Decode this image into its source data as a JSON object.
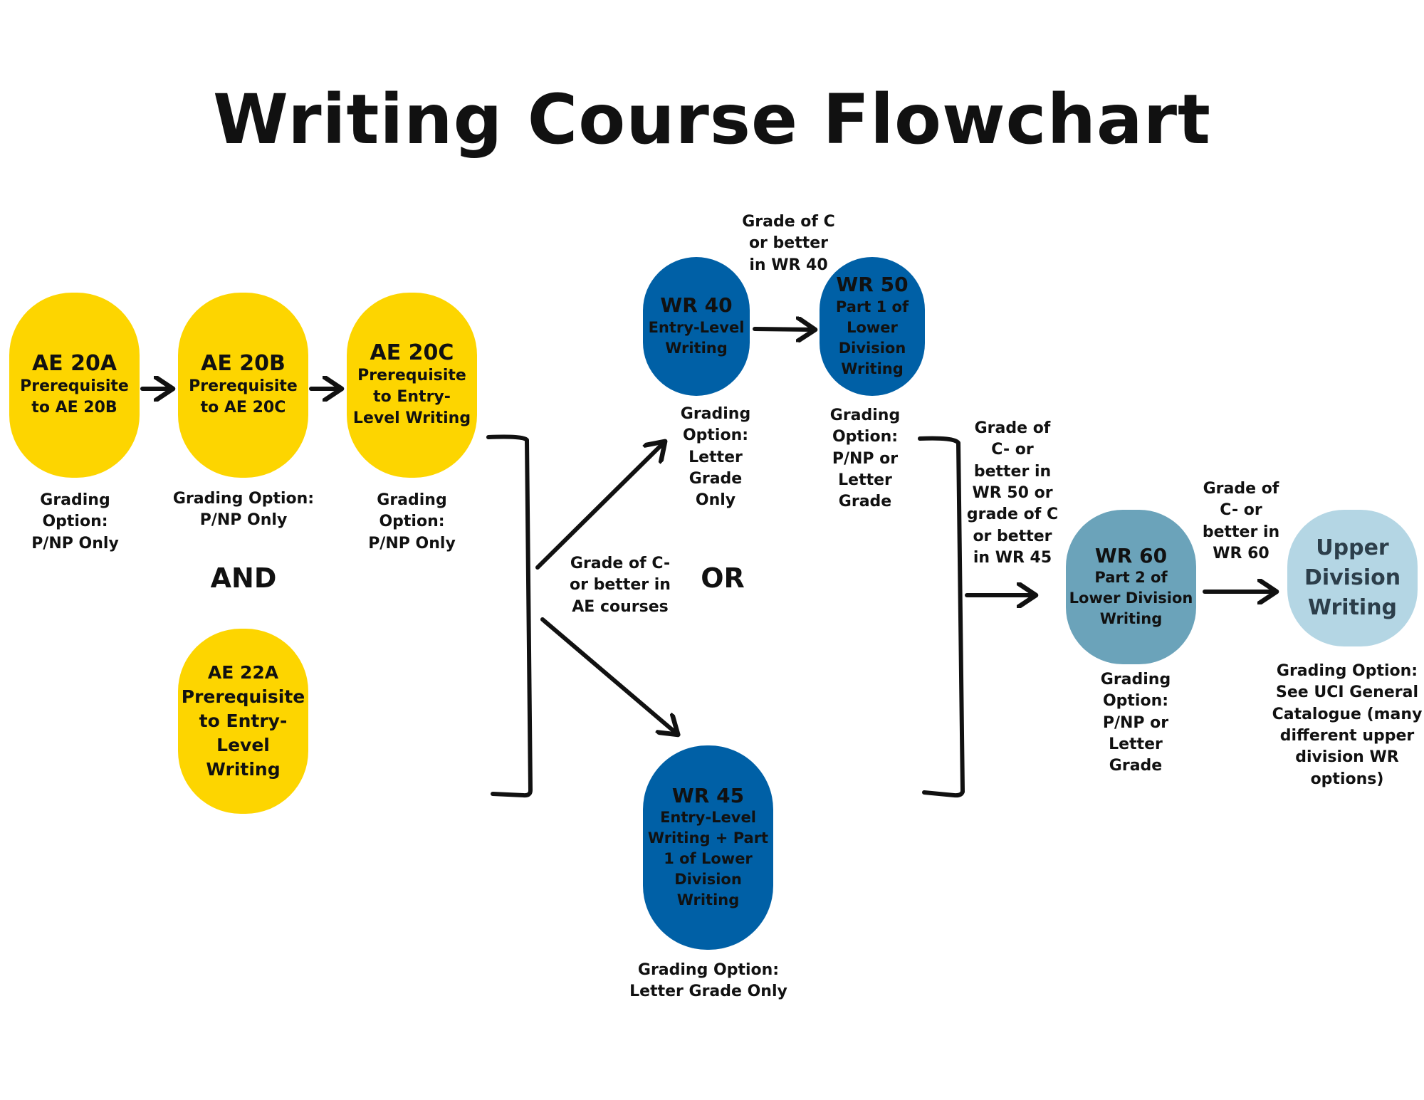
{
  "title": "Writing Course Flowchart",
  "nodes": {
    "ae20a": {
      "code": "AE 20A",
      "desc": "Prerequisite to AE 20B",
      "grading": "Grading\nOption:\nP/NP Only"
    },
    "ae20b": {
      "code": "AE 20B",
      "desc": "Prerequisite to AE 20C",
      "grading": "Grading Option:\nP/NP Only"
    },
    "ae20c": {
      "code": "AE 20C",
      "desc": "Prerequisite to Entry-Level Writing",
      "grading": "Grading\nOption:\nP/NP Only"
    },
    "ae22a": {
      "code": "AE 22A",
      "desc": "Prerequisite to Entry-Level Writing"
    },
    "wr40": {
      "code": "WR 40",
      "desc": "Entry-Level Writing",
      "grading": "Grading\nOption:\nLetter\nGrade\nOnly"
    },
    "wr50": {
      "code": "WR 50",
      "desc": "Part 1 of Lower Division Writing",
      "grading": "Grading\nOption:\nP/NP or\nLetter\nGrade"
    },
    "wr45": {
      "code": "WR 45",
      "desc": "Entry-Level Writing + Part 1 of Lower Division Writing",
      "grading": "Grading Option:\nLetter Grade Only"
    },
    "wr60": {
      "code": "WR 60",
      "desc": "Part 2 of Lower Division Writing",
      "grading": "Grading\nOption:\nP/NP or\nLetter\nGrade"
    },
    "upper": {
      "code": "Upper Division Writing",
      "grading": "Grading Option:\nSee UCI General\nCatalogue (many\ndifferent upper\ndivision WR\noptions)"
    }
  },
  "labels": {
    "and": "AND",
    "or": "OR",
    "ae_to_wr": "Grade of C-\nor better in\nAE courses",
    "wr40_to_wr50": "Grade of C\nor better\nin WR 40",
    "to_wr60": "Grade of\nC- or\nbetter in\nWR 50 or\ngrade of C\nor better\nin WR 45",
    "wr60_to_upper": "Grade of\nC- or\nbetter in\nWR 60"
  },
  "colors": {
    "ae_yellow": "#FDD500",
    "wr_blue": "#0060A6",
    "wr60_steel": "#6BA3BA",
    "upper_pale": "#B4D6E4",
    "ink": "#111111"
  }
}
